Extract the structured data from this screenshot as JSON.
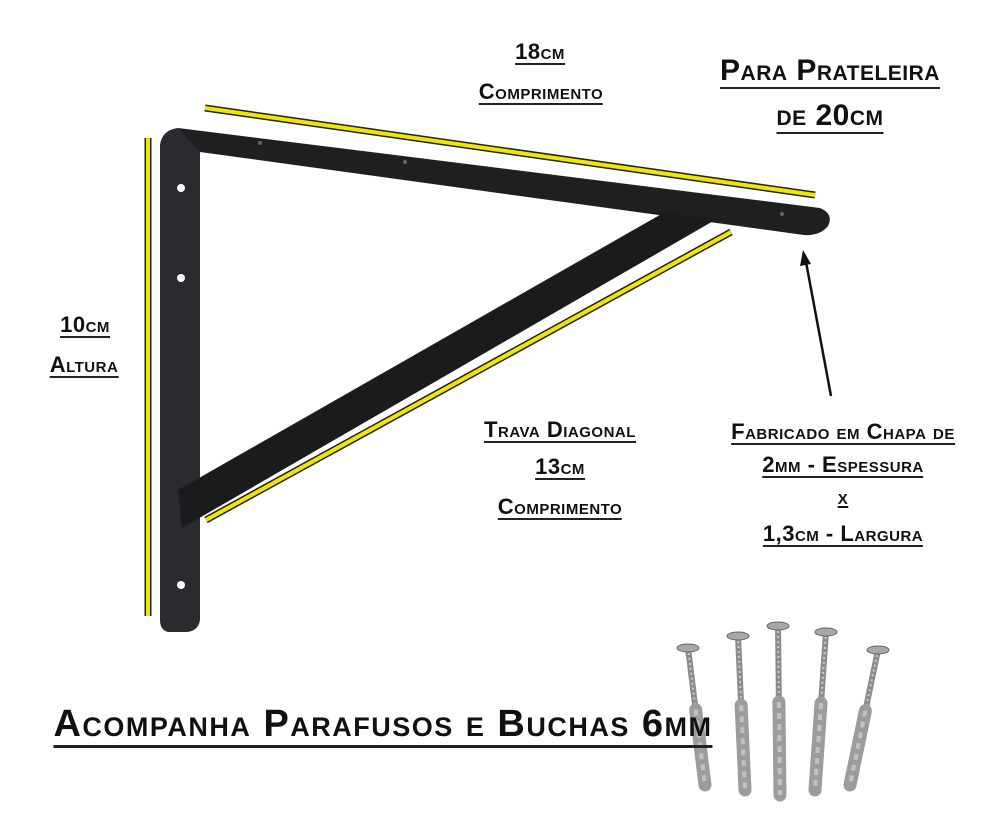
{
  "top_length": {
    "value": "18cm",
    "label": "Comprimento"
  },
  "shelf": {
    "line1": "Para Prateleira",
    "line2": "de 20cm"
  },
  "height": {
    "value": "10cm",
    "label": "Altura"
  },
  "diagonal": {
    "title": "Trava Diagonal",
    "value": "13cm",
    "label": "Comprimento"
  },
  "material": {
    "line1": "Fabricado em Chapa de",
    "line2": "2mm - Espessura",
    "line3": "x",
    "line4": "1,3cm - Largura"
  },
  "footer": {
    "text": "Acompanha Parafusos e Buchas 6mm"
  },
  "colors": {
    "bracket": "#1e1f21",
    "measure": "#f2e600",
    "text": "#111111"
  }
}
